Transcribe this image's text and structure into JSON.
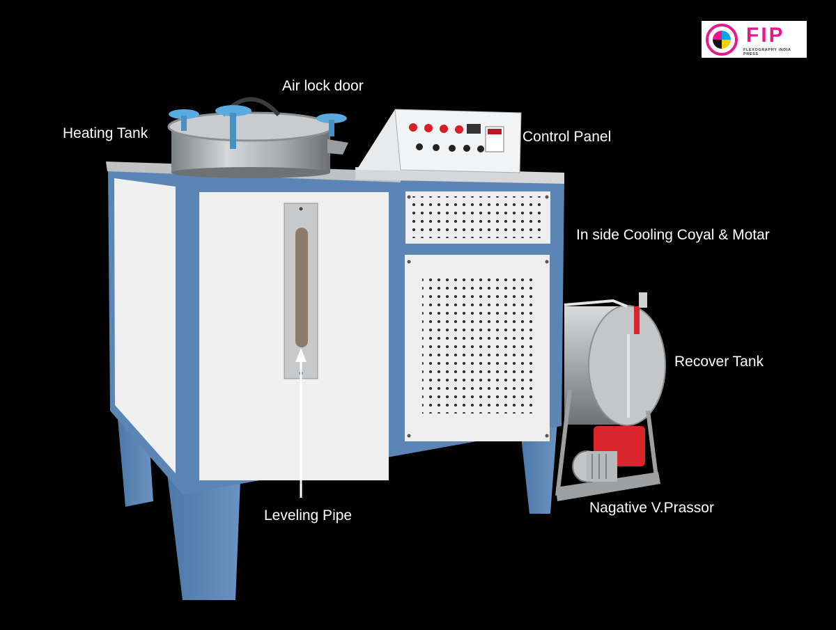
{
  "labels": {
    "air_lock_door": "Air lock door",
    "heating_tank": "Heating Tank",
    "control_panel": "Control Panel",
    "cooling": "In side Cooling Coyal & Motar",
    "recover_tank": "Recover Tank",
    "leveling_pipe": "Leveling Pipe",
    "negative_pressor": "Nagative V.Prassor"
  },
  "logo": {
    "brand": "FIP",
    "tagline": "FLEXOGRAPHY INDIA PRESS"
  },
  "colors": {
    "background": "#000000",
    "frame_blue": "#5b85b5",
    "panel_white": "#efefef",
    "steel": "#b7b9bb",
    "knob_blue": "#5aa9df",
    "pump_red": "#d8262c",
    "brand_pink": "#e6198c"
  }
}
